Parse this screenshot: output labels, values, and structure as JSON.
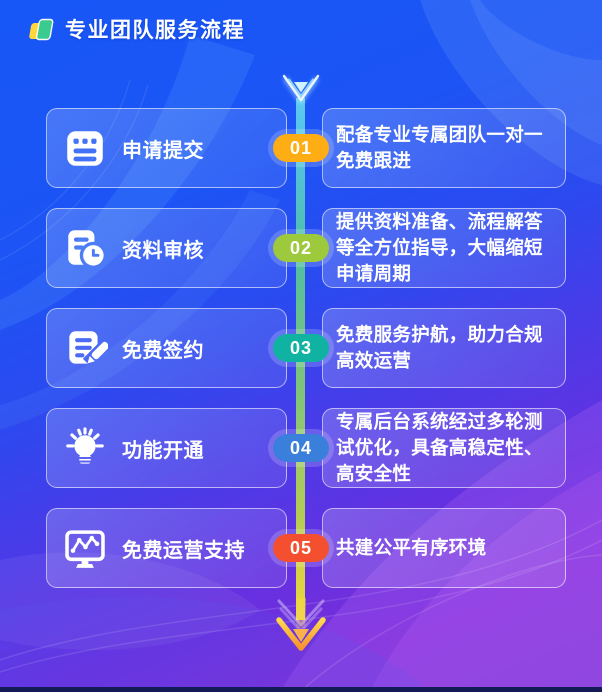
{
  "header": {
    "logo_icon": "stacked-cards-logo",
    "title": "专业团队服务流程"
  },
  "flow": {
    "top_arrow_icon": "glow-arrow-down-icon",
    "bottom_arrow_icon": "chevron-arrow-down-icon",
    "line_gradient_colors": [
      "#5BC9F2",
      "#4FBEA4",
      "#7CC47C",
      "#B2CC53",
      "#EBD83D"
    ],
    "background_top_color": "#1857F7",
    "background_bottom_color": "#7B2ED9"
  },
  "steps": [
    {
      "num": "01",
      "title": "申请提交",
      "icon": "application-form-icon",
      "badge_color": "#FFAD14",
      "desc": "配备专业专属团队一对一免费跟进"
    },
    {
      "num": "02",
      "title": "资料审核",
      "icon": "document-review-clock-icon",
      "badge_color": "#9DC93C",
      "desc": "提供资料准备、流程解答等全方位指导，大幅缩短申请周期"
    },
    {
      "num": "03",
      "title": "免费签约",
      "icon": "contract-sign-pen-icon",
      "badge_color": "#10B2A2",
      "desc": "免费服务护航，助力合规高效运营"
    },
    {
      "num": "04",
      "title": "功能开通",
      "icon": "lightbulb-idea-icon",
      "badge_color": "#3A7FDB",
      "desc": "专属后台系统经过多轮测试优化，具备高稳定性、高安全性"
    },
    {
      "num": "05",
      "title": "免费运营支持",
      "icon": "monitor-chart-icon",
      "badge_color": "#F4502F",
      "desc": "共建公平有序环境"
    }
  ]
}
